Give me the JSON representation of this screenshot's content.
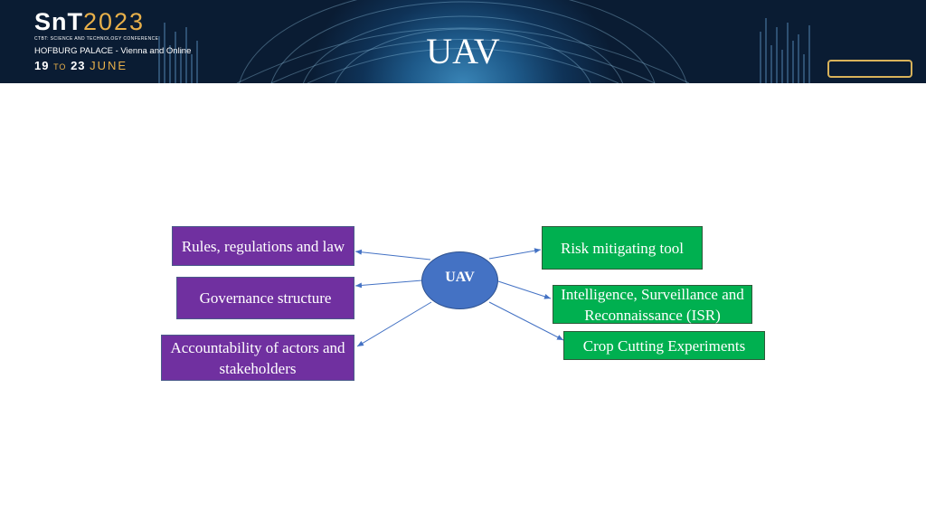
{
  "banner": {
    "logo_main_prefix": "SnT",
    "logo_main_year": "2023",
    "logo_subtitle": "CTBT: SCIENCE AND TECHNOLOGY CONFERENCE",
    "logo_venue": "HOFBURG PALACE - Vienna and Online",
    "logo_day_start": "19",
    "logo_to": "TO",
    "logo_day_end": "23",
    "logo_month": "JUNE",
    "title": "UAV"
  },
  "diagram": {
    "center_label": "UAV",
    "left_nodes": [
      {
        "label": "Rules, regulations and law"
      },
      {
        "label": "Governance structure"
      },
      {
        "label": "Accountability of actors and stakeholders"
      }
    ],
    "right_nodes": [
      {
        "label": "Risk mitigating tool"
      },
      {
        "label": "Intelligence, Surveillance and Reconnaissance (ISR)"
      },
      {
        "label": "Crop Cutting Experiments"
      }
    ],
    "colors": {
      "left_fill": "#7030a0",
      "right_fill": "#00b050",
      "center_fill": "#4472c4",
      "connector": "#4472c4"
    }
  }
}
